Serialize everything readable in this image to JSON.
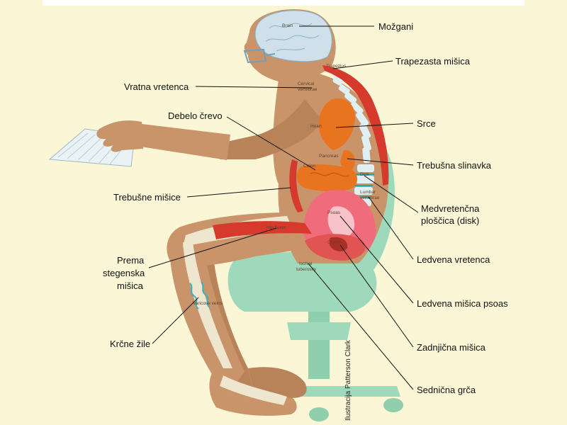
{
  "colors": {
    "background": "#fbf6d6",
    "skin": "#c9946a",
    "skin_dark": "#9c6b45",
    "muscle": "#d63a2c",
    "organ": "#e8741f",
    "brain": "#cfe0ea",
    "spine": "#dfeff2",
    "chair": "#9ed9bb",
    "bone": "#efe6cf",
    "keyboard": "#e9f2f4"
  },
  "labels": {
    "brain": "Možgani",
    "trapezius": "Trapezasta mišica",
    "cervical": "Vratna vretenca",
    "colon": "Debelo črevo",
    "heart": "Srce",
    "pancreas": "Trebušna slinavka",
    "abdominal": "Trebušne mišice",
    "disc_line1": "Medvretenčna",
    "disc_line2": "ploščica (disk)",
    "hip_flexor_line1": "Prema",
    "hip_flexor_line2": "stegenska",
    "hip_flexor_line3": "mišica",
    "lumbar": "Ledvena vretenca",
    "psoas": "Ledvena mišica psoas",
    "glutes": "Zadnjična mišica",
    "varicose": "Krčne žile",
    "sciatic": "Sednična grča"
  },
  "inner_labels": {
    "brain": "Brain",
    "trapezius": "Trapezius",
    "cervical_1": "Cervical",
    "cervical_2": "vertebrae",
    "heart": "Heart",
    "pancreas": "Pancreas",
    "colon": "Colon",
    "disk": "Disk",
    "lumbar_1": "Lumbar",
    "lumbar_2": "vertebrae",
    "psoas": "Psoas",
    "hip_flexor": "Hip flexor",
    "glutes": "Glutes",
    "ischial_1": "Ischial",
    "ischial_2": "tuberosity",
    "varicose": "Varicose veins"
  },
  "credit": "Ilustracija Patterson Clark"
}
